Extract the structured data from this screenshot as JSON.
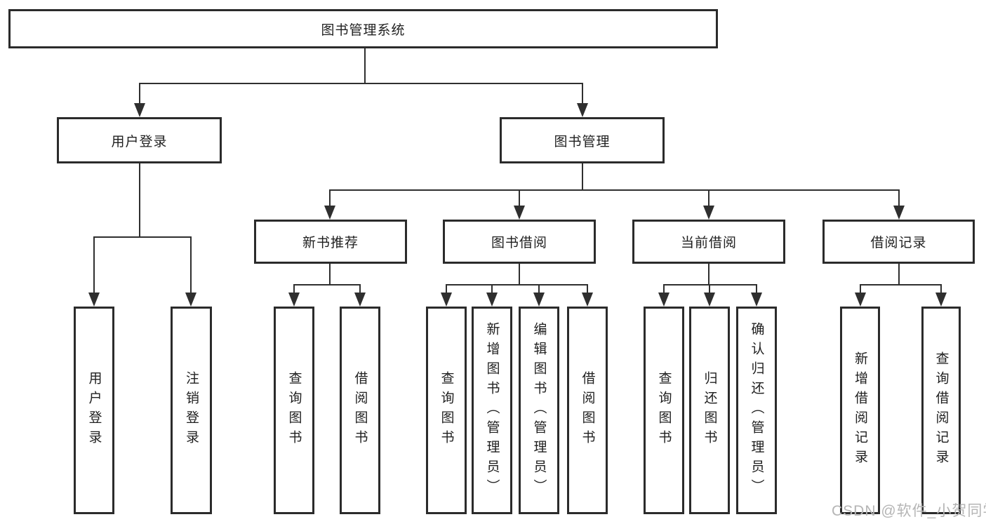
{
  "diagram_type": "hierarchy-tree",
  "colors": {
    "bg": "#ffffff",
    "border": "#2b2b2b",
    "line": "#2f2f2f",
    "text": "#1f1f1f",
    "watermark": "#b5b5b5"
  },
  "tree": {
    "root": {
      "label": "图书管理系统"
    },
    "branches": [
      {
        "label": "用户登录",
        "children": [
          {
            "label": "用户登录"
          },
          {
            "label": "注销登录"
          }
        ]
      },
      {
        "label": "图书管理",
        "children": [
          {
            "label": "新书推荐",
            "children": [
              {
                "label": "查询图书"
              },
              {
                "label": "借阅图书"
              }
            ]
          },
          {
            "label": "图书借阅",
            "children": [
              {
                "label": "查询图书"
              },
              {
                "label": "新增图书（管理员）"
              },
              {
                "label": "编辑图书（管理员）"
              },
              {
                "label": "借阅图书"
              }
            ]
          },
          {
            "label": "当前借阅",
            "children": [
              {
                "label": "查询图书"
              },
              {
                "label": "归还图书"
              },
              {
                "label": "确认归还（管理员）"
              }
            ]
          },
          {
            "label": "借阅记录",
            "children": [
              {
                "label": "新增借阅记录"
              },
              {
                "label": "查询借阅记录"
              }
            ]
          }
        ]
      }
    ]
  },
  "watermark": {
    "text": "CSDN @软件_小贺同学"
  }
}
